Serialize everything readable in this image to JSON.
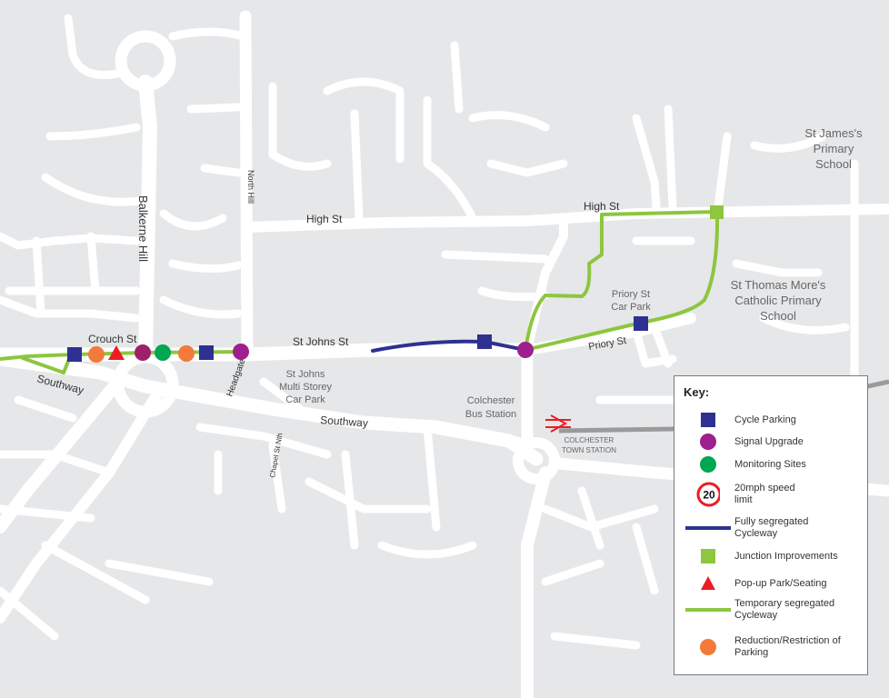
{
  "colors": {
    "background": "#e6e7e9",
    "road": "#ffffff",
    "temporary_cycleway": "#8dc63f",
    "fully_segregated_cycleway": "#2e3192",
    "cycle_parking": "#2e3192",
    "signal_upgrade": "#9e1f8e",
    "monitoring_site": "#00a651",
    "reduction_parking": "#f37a3a",
    "popup_park": "#ed1c24",
    "junction_improvement": "#8dc63f",
    "speed_limit_ring": "#ed1c24",
    "rail": "#ed1c24"
  },
  "labels": {
    "crouch_st": "Crouch St",
    "southway_west": "Southway",
    "balkerne_hill": "Balkerne Hill",
    "north_hill": "North Hill",
    "high_st_west": "High St",
    "high_st_east": "High St",
    "st_johns_st": "St Johns St",
    "headgate": "Headgate",
    "st_johns_car_park": [
      "St Johns",
      "Multi Storey",
      "Car Park"
    ],
    "southway": "Southway",
    "chapel_st_nth": "Chapel St Nth",
    "bus_station": [
      "Colchester",
      "Bus Station"
    ],
    "town_station": [
      "COLCHESTER",
      "TOWN STATION"
    ],
    "priory_car_park": [
      "Priory St",
      "Car Park"
    ],
    "priory_st": "Priory St",
    "st_james_school": [
      "St James's",
      "Primary",
      "School"
    ],
    "st_thomas_school": [
      "St Thomas More's",
      "Catholic Primary",
      "School"
    ]
  },
  "key": {
    "title": "Key:",
    "items": [
      {
        "icon": "cycle-parking-icon",
        "label": "Cycle Parking"
      },
      {
        "icon": "signal-upgrade-icon",
        "label": "Signal Upgrade"
      },
      {
        "icon": "monitoring-site-icon",
        "label": "Monitoring Sites"
      },
      {
        "icon": "speed-limit-icon",
        "label": "20mph speed limit",
        "sign_text": "20"
      },
      {
        "icon": "fully-segregated-line-icon",
        "label": "Fully segregated Cycleway"
      },
      {
        "icon": "junction-improvement-icon",
        "label": "Junction Improvements"
      },
      {
        "icon": "popup-park-icon",
        "label": "Pop-up Park/Seating"
      },
      {
        "icon": "temporary-cycleway-line-icon",
        "label": "Temporary segregated Cycleway"
      },
      {
        "icon": "reduction-parking-icon",
        "label": "Reduction/Restriction of Parking"
      }
    ]
  }
}
